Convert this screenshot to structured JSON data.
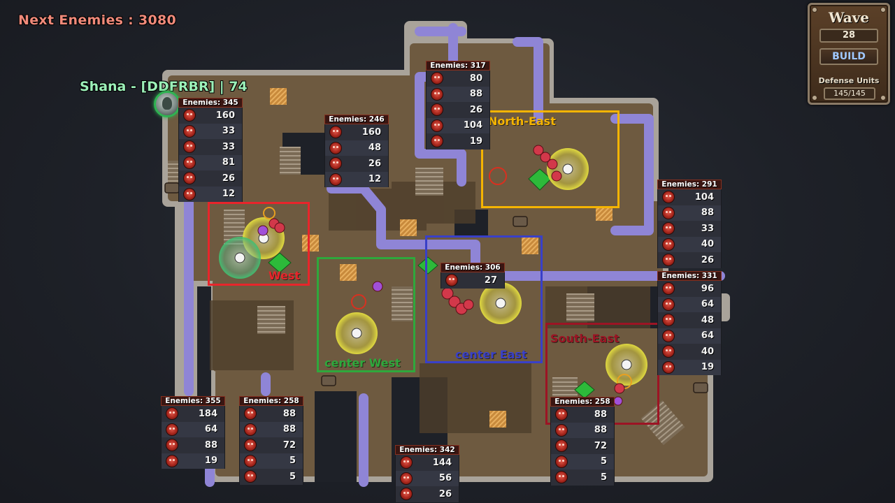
{
  "hud": {
    "next_enemies": "Next Enemies : 3080",
    "player": "Shana - [DDFRBR] | 74"
  },
  "wave_panel": {
    "title": "Wave",
    "wave_number": "28",
    "build_label": "BUILD",
    "defense_label": "Defense Units",
    "defense_value": "145/145"
  },
  "enemy_tables": [
    {
      "header": "Enemies: 345",
      "values": [
        "160",
        "33",
        "33",
        "81",
        "26",
        "12"
      ]
    },
    {
      "header": "Enemies: 246",
      "values": [
        "160",
        "48",
        "26",
        "12"
      ]
    },
    {
      "header": "Enemies: 317",
      "values": [
        "80",
        "88",
        "26",
        "104",
        "19"
      ]
    },
    {
      "header": "Enemies: 291",
      "values": [
        "104",
        "88",
        "33",
        "40",
        "26"
      ]
    },
    {
      "header": "Enemies: 331",
      "values": [
        "96",
        "64",
        "48",
        "64",
        "40",
        "19"
      ]
    },
    {
      "header": "Enemies: 306",
      "values": [
        "27"
      ]
    },
    {
      "header": "Enemies: 355",
      "values": [
        "184",
        "64",
        "88",
        "19"
      ]
    },
    {
      "header": "Enemies: 258",
      "values": [
        "88",
        "88",
        "72",
        "5",
        "5"
      ]
    },
    {
      "header": "Enemies: 342",
      "values": [
        "144",
        "56",
        "26"
      ]
    },
    {
      "header": "Enemies: 258",
      "values": [
        "88",
        "88",
        "72",
        "5",
        "5"
      ]
    }
  ],
  "zones": [
    {
      "label": "North-East",
      "color": "#f5b400"
    },
    {
      "label": "West",
      "color": "#e8252b"
    },
    {
      "label": "center West",
      "color": "#2fa83c"
    },
    {
      "label": "center East",
      "color": "#3940c8"
    },
    {
      "label": "South-East",
      "color": "#9c1424"
    }
  ],
  "colors": {
    "floor": "#6e5a40",
    "floor_dark": "#4e3e2b",
    "path": "#7e74c4",
    "wall": "#a9a39a"
  }
}
